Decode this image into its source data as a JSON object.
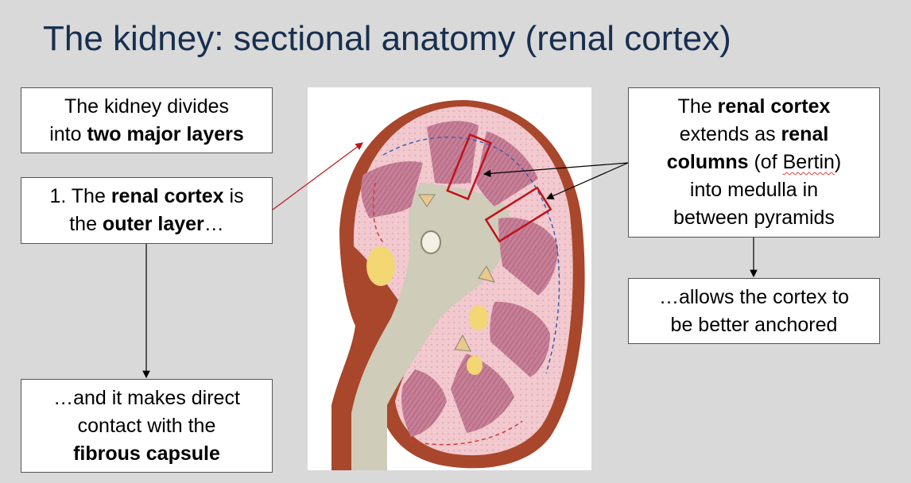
{
  "slide": {
    "title": "The kidney: sectional anatomy (renal cortex)"
  },
  "boxes": {
    "layers": {
      "p1": "The kidney divides",
      "p2": "into ",
      "b1": "two major layers"
    },
    "cortex_outer": {
      "p1": "1. The ",
      "b1": "renal cortex",
      "p2": " is",
      "p3": "the ",
      "b2": "outer layer",
      "p4": "…"
    },
    "capsule": {
      "p1": "…and it makes direct",
      "p2": "contact with the",
      "b1": "fibrous capsule"
    },
    "columns": {
      "p1": "The ",
      "b1": "renal cortex",
      "p2": "extends as ",
      "b2": "renal",
      "b3": "columns",
      "p3": " (of ",
      "p4": "Bertin",
      "p5": ")",
      "p6": "into medulla in",
      "p7": "between pyramids"
    },
    "anchored": {
      "p1": "…allows the cortex to",
      "p2": "be better anchored"
    }
  },
  "colors": {
    "title": "#172f4f",
    "background": "#d9d9d9",
    "highlight_red": "#c0121c",
    "capsule_brown": "#a8472b",
    "cortex_pink": "#f1c9cf",
    "pyramid_mauve": "#c77f97",
    "sinus_gray": "#cfccb9",
    "fat_yellow": "#f2d774"
  }
}
